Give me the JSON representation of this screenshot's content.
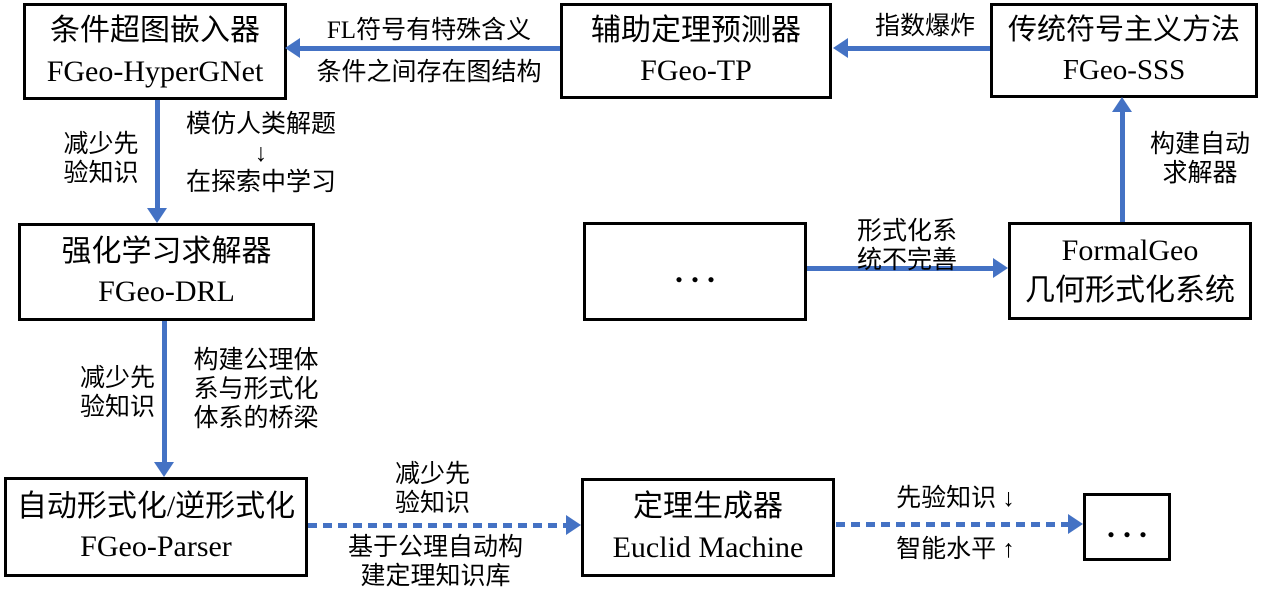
{
  "colors": {
    "arrow_blue": "#4472C4",
    "box_border": "#000000",
    "background": "#FFFFFF",
    "text": "#000000"
  },
  "boxes": {
    "hypergnet": {
      "line1": "条件超图嵌入器",
      "line2": "FGeo-HyperGNet"
    },
    "tp": {
      "line1": "辅助定理预测器",
      "line2": "FGeo-TP"
    },
    "sss": {
      "line1": "传统符号主义方法",
      "line2": "FGeo-SSS"
    },
    "mid_dots": {
      "line1": "..."
    },
    "formalgeo": {
      "line1": "FormalGeo",
      "line2": "几何形式化系统"
    },
    "drl": {
      "line1": "强化学习求解器",
      "line2": "FGeo-DRL"
    },
    "parser": {
      "line1": "自动形式化/逆形式化",
      "line2": "FGeo-Parser"
    },
    "euclid": {
      "line1": "定理生成器",
      "line2": "Euclid Machine"
    },
    "end_dots": {
      "line1": "..."
    }
  },
  "labels": {
    "fl_special": "FL符号有特殊含义",
    "cond_graph": "条件之间存在图结构",
    "exp_explosion": "指数爆炸",
    "reduce_prior_top": "减少先\n验知识",
    "imitate_human": "模仿人类解题\n↓\n在探索中学习",
    "build_solver": "构建自动\n求解器",
    "formal_incomplete": "形式化系\n统不完善",
    "reduce_prior_mid": "减少先\n验知识",
    "axiom_bridge": "构建公理体\n系与形式化\n体系的桥梁",
    "reduce_prior_bottom": "减少先\n验知识",
    "axiom_kb": "基于公理自动构\n建定理知识库",
    "prior_down": "先验知识 ↓",
    "intelligence_up": "智能水平 ↑"
  }
}
